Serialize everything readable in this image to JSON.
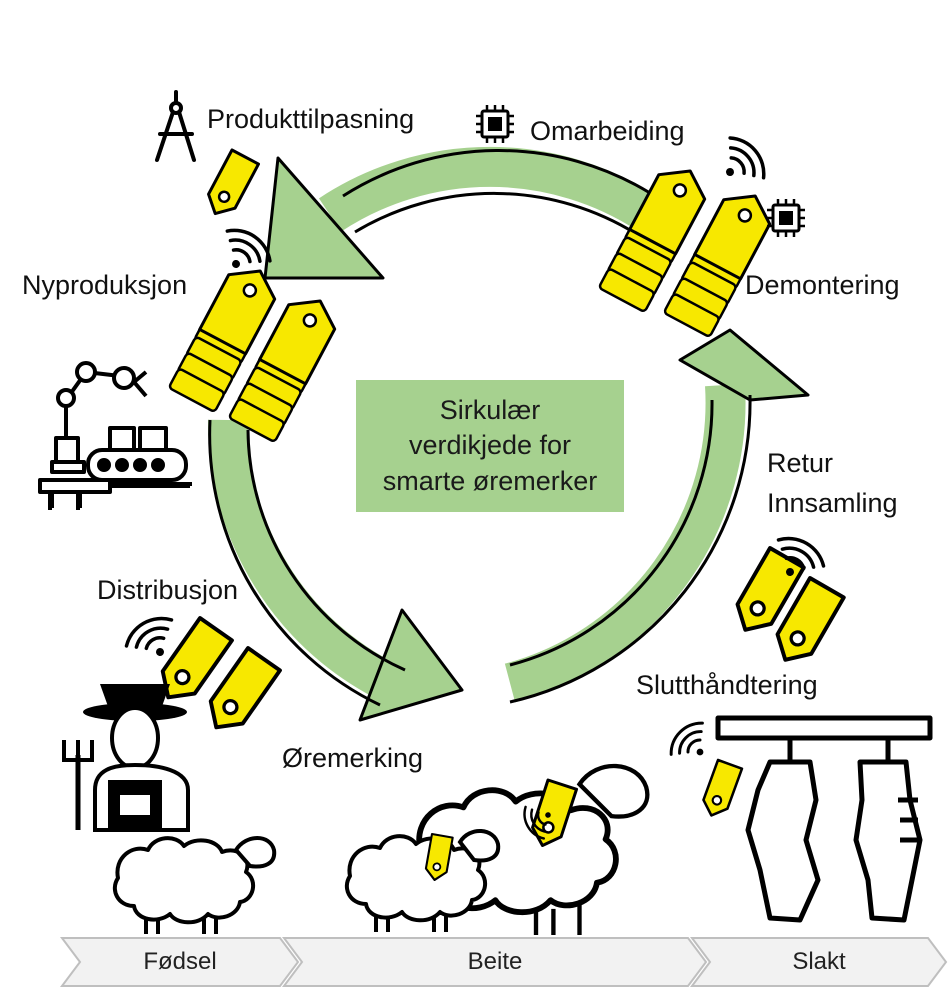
{
  "center": {
    "lines": [
      "Sirkulær",
      "verdikjede for",
      "smarte øremerker"
    ]
  },
  "steps": {
    "produkttilpasning": "Produkttilpasning",
    "omarbeiding": "Omarbeiding",
    "demontering": "Demontering",
    "nyproduksjon": "Nyproduksjon",
    "retur_line1": "Retur",
    "retur_line2": "Innsamling",
    "distribusjon": "Distribusjon",
    "slutthandtering": "Slutthåndtering",
    "oremerking": "Øremerking"
  },
  "stages": [
    "Fødsel",
    "Beite",
    "Slakt"
  ],
  "colors": {
    "arrow": "#a6d18f",
    "tag": "#f7e800",
    "outline": "#000000",
    "chevron": "#f2f2f2"
  }
}
